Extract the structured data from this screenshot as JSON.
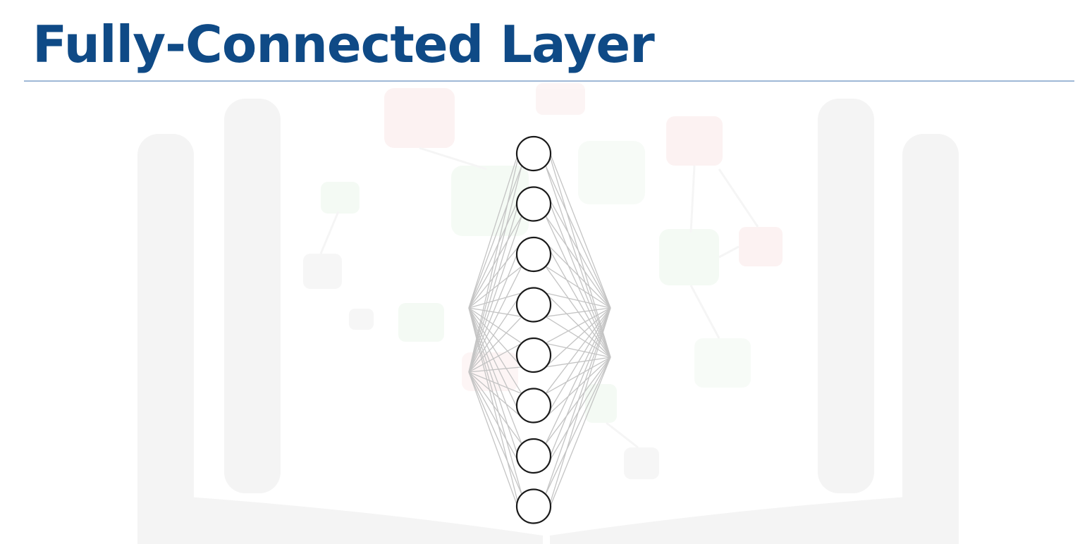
{
  "slide": {
    "title": "Fully-Connected Layer"
  },
  "colors": {
    "title": "#0f4a86",
    "rule": "#9fb8d6",
    "node_stroke": "#1a1a1a",
    "edge": "#c4c4c4"
  },
  "network": {
    "input_nodes": 2,
    "hidden_nodes": 8,
    "output_nodes": 2,
    "connectivity": "fully-connected"
  }
}
